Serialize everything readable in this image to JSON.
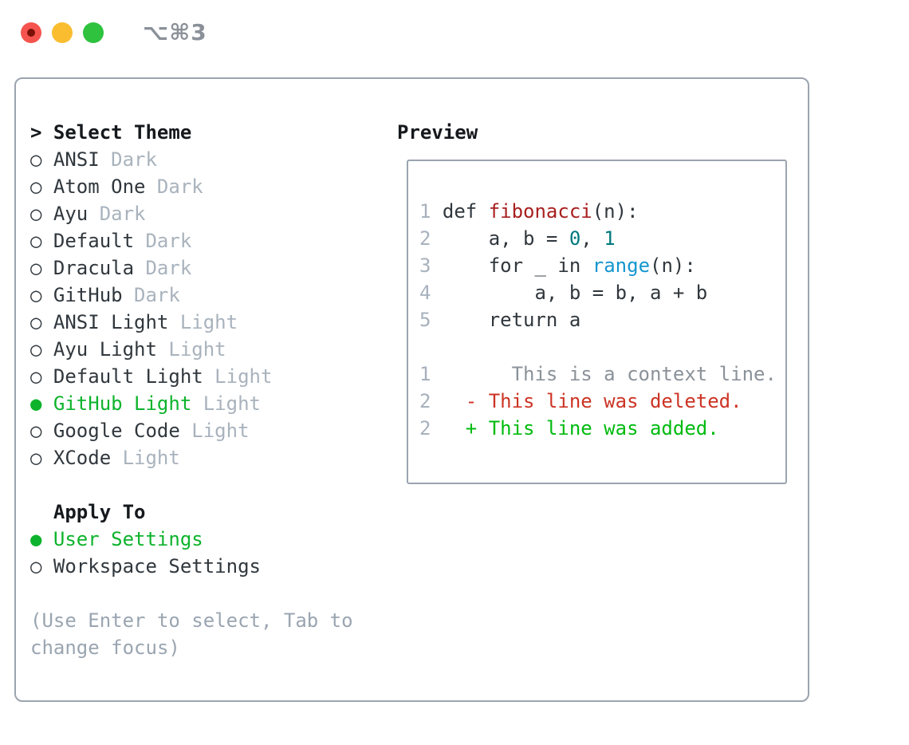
{
  "window": {
    "title": "⌥⌘3",
    "traffic_lights": [
      "close",
      "minimize",
      "zoom"
    ]
  },
  "glyphs": {
    "prompt": ">",
    "radio": "○",
    "radio_selected": "●"
  },
  "theme_picker": {
    "header": "Select Theme",
    "items": [
      {
        "name": "ANSI",
        "tag": "Dark",
        "selected": false
      },
      {
        "name": "Atom One",
        "tag": "Dark",
        "selected": false
      },
      {
        "name": "Ayu",
        "tag": "Dark",
        "selected": false
      },
      {
        "name": "Default",
        "tag": "Dark",
        "selected": false
      },
      {
        "name": "Dracula",
        "tag": "Dark",
        "selected": false
      },
      {
        "name": "GitHub",
        "tag": "Dark",
        "selected": false
      },
      {
        "name": "ANSI Light",
        "tag": "Light",
        "selected": false
      },
      {
        "name": "Ayu Light",
        "tag": "Light",
        "selected": false
      },
      {
        "name": "Default Light",
        "tag": "Light",
        "selected": false
      },
      {
        "name": "GitHub Light",
        "tag": "Light",
        "selected": true
      },
      {
        "name": "Google Code",
        "tag": "Light",
        "selected": false
      },
      {
        "name": "XCode",
        "tag": "Light",
        "selected": false
      }
    ],
    "apply_to": {
      "header": "Apply To",
      "options": [
        {
          "name": "User Settings",
          "selected": true
        },
        {
          "name": "Workspace Settings",
          "selected": false
        }
      ]
    },
    "help": "(Use Enter to select, Tab to change focus)"
  },
  "preview": {
    "header": "Preview",
    "lines": [
      {
        "num": "1",
        "tokens": [
          [
            "def ",
            "k"
          ],
          [
            "fibonacci",
            "t"
          ],
          [
            "(n):",
            "p"
          ]
        ]
      },
      {
        "num": "2",
        "tokens": [
          [
            "    a, b = ",
            "p"
          ],
          [
            "0",
            "n"
          ],
          [
            ", ",
            "p"
          ],
          [
            "1",
            "n"
          ]
        ]
      },
      {
        "num": "3",
        "tokens": [
          [
            "    ",
            "p"
          ],
          [
            "for",
            "k"
          ],
          [
            " _ ",
            "p"
          ],
          [
            "in",
            "k"
          ],
          [
            " ",
            "p"
          ],
          [
            "range",
            "b"
          ],
          [
            "(n):",
            "p"
          ]
        ]
      },
      {
        "num": "4",
        "tokens": [
          [
            "        a, b = b, a + b",
            "p"
          ]
        ]
      },
      {
        "num": "5",
        "tokens": [
          [
            "    ",
            "p"
          ],
          [
            "return",
            "k"
          ],
          [
            " a",
            "p"
          ]
        ]
      },
      {
        "num": "",
        "tokens": []
      },
      {
        "num": "1",
        "tokens": [
          [
            "      This is a context line.",
            "ctx"
          ]
        ]
      },
      {
        "num": "2",
        "tokens": [
          [
            "  - This line was deleted.",
            "del"
          ]
        ]
      },
      {
        "num": "2",
        "tokens": [
          [
            "  + This line was added.",
            "add"
          ]
        ]
      }
    ]
  },
  "colors": {
    "green": "#0db32c",
    "text": "#30373d",
    "heading": "#15191d",
    "tag": "#a9b3bd",
    "help": "#9aa5b1",
    "border": "#9ba4af",
    "line_num": "#a7b1bd",
    "syn_title": "#a81f1f",
    "syn_number": "#00787d",
    "syn_builtin": "#1496cf",
    "diff_ctx": "#8b9299",
    "diff_del": "#cc3425",
    "diff_add": "#00bb0f",
    "light_red": "#f4544d",
    "light_red_dot": "#7b1007",
    "light_yellow": "#f9bd2f",
    "light_green": "#2ec23e",
    "title_gray": "#8b9199"
  }
}
